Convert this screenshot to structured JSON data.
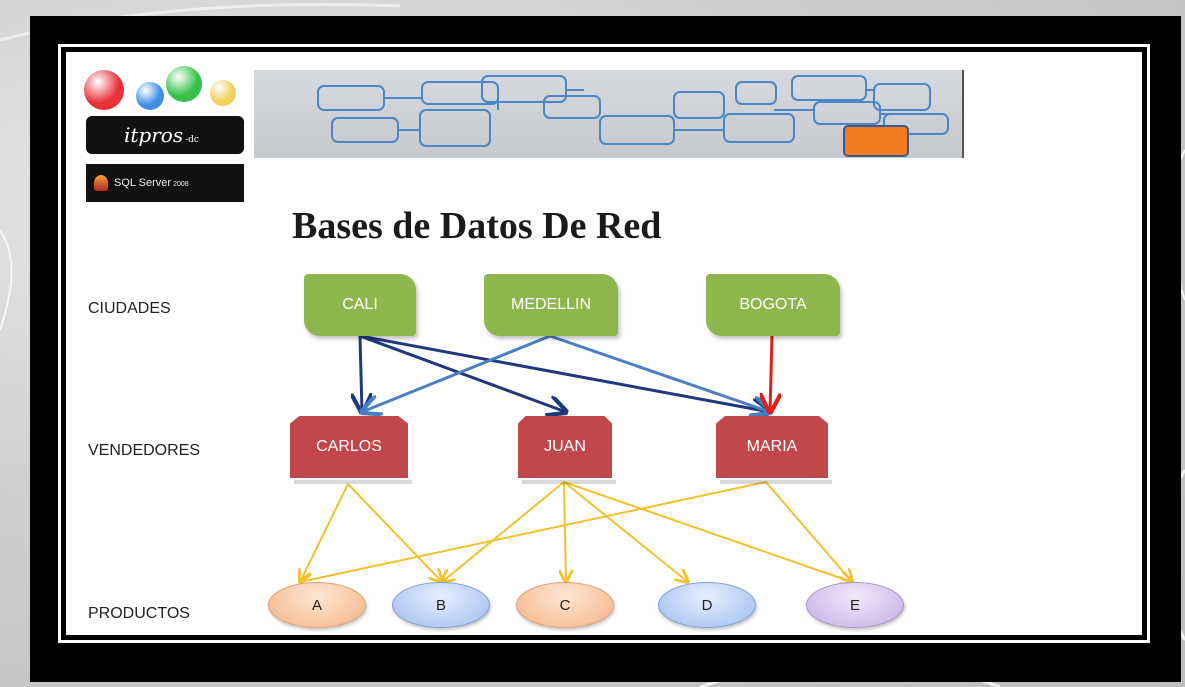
{
  "title": "Bases de Datos De Red",
  "logo": {
    "brand_text": "itpros",
    "brand_suffix": "-dc",
    "sql_text": "SQL Server",
    "sql_version": "2008"
  },
  "row_labels": {
    "cities": "CIUDADES",
    "sellers": "VENDEDORES",
    "products": "PRODUCTOS"
  },
  "cities": [
    {
      "id": "cali",
      "label": "CALI"
    },
    {
      "id": "medellin",
      "label": "MEDELLIN"
    },
    {
      "id": "bogota",
      "label": "BOGOTA"
    }
  ],
  "sellers": [
    {
      "id": "carlos",
      "label": "CARLOS"
    },
    {
      "id": "juan",
      "label": "JUAN"
    },
    {
      "id": "maria",
      "label": "MARIA"
    }
  ],
  "products": [
    {
      "id": "a",
      "label": "A",
      "color": "orange"
    },
    {
      "id": "b",
      "label": "B",
      "color": "blue"
    },
    {
      "id": "c",
      "label": "C",
      "color": "orange"
    },
    {
      "id": "d",
      "label": "D",
      "color": "blue"
    },
    {
      "id": "e",
      "label": "E",
      "color": "purple"
    }
  ],
  "edges": [
    {
      "from": "cali",
      "to": "carlos",
      "color": "#1f3a7a"
    },
    {
      "from": "cali",
      "to": "juan",
      "color": "#1f3a7a"
    },
    {
      "from": "cali",
      "to": "maria",
      "color": "#1f3a7a"
    },
    {
      "from": "medellin",
      "to": "carlos",
      "color": "#4a7fc4"
    },
    {
      "from": "medellin",
      "to": "maria",
      "color": "#4a7fc4"
    },
    {
      "from": "bogota",
      "to": "maria",
      "color": "#e0201c"
    },
    {
      "from": "carlos",
      "to": "a",
      "color": "#f2c12e"
    },
    {
      "from": "carlos",
      "to": "b",
      "color": "#f2c12e"
    },
    {
      "from": "juan",
      "to": "b",
      "color": "#f2c12e"
    },
    {
      "from": "juan",
      "to": "c",
      "color": "#f2c12e"
    },
    {
      "from": "juan",
      "to": "d",
      "color": "#f2c12e"
    },
    {
      "from": "juan",
      "to": "e",
      "color": "#f2c12e"
    },
    {
      "from": "maria",
      "to": "a",
      "color": "#f2c12e"
    },
    {
      "from": "maria",
      "to": "e",
      "color": "#f2c12e"
    }
  ],
  "colors": {
    "city_fill": "#8db64c",
    "seller_fill": "#c0474a",
    "banner_accent": "#f07c22",
    "logo_dots": [
      "#e8323a",
      "#3f8ee6",
      "#36c24a",
      "#f2d05a"
    ]
  }
}
